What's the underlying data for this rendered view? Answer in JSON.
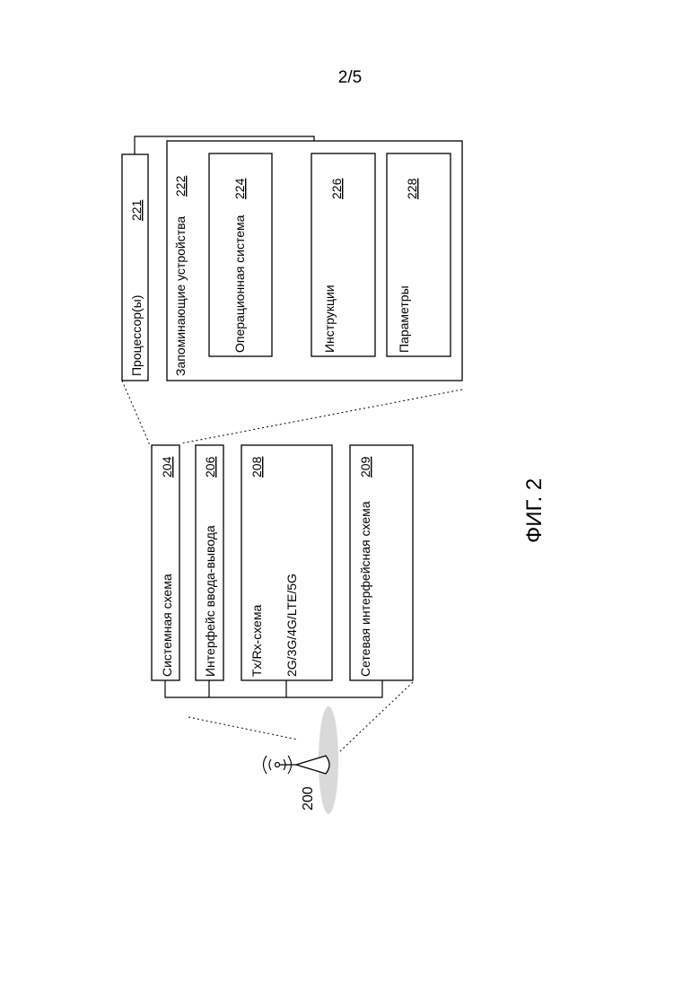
{
  "page_number": "2/5",
  "figure_label": "ФИГ. 2",
  "device_ref": "200",
  "processor": {
    "label": "Процессор(ы)",
    "ref": "221"
  },
  "storage": {
    "label": "Запоминающие устройства",
    "ref": "222",
    "items": [
      {
        "label": "Операционная система",
        "ref": "224"
      },
      {
        "label": "Инструкции",
        "ref": "226"
      },
      {
        "label": "Параметры",
        "ref": "228"
      }
    ]
  },
  "system_circuit": {
    "label": "Системная схема",
    "ref": "204"
  },
  "io_interface": {
    "label": "Интерфейс ввода-вывода",
    "ref": "206"
  },
  "txrx": {
    "label": "Tx/Rx-схема",
    "sub": "2G/3G/4G/LTE/5G",
    "ref": "208"
  },
  "network_interface": {
    "label": "Сетевая интерфейсная схема",
    "ref": "209"
  }
}
